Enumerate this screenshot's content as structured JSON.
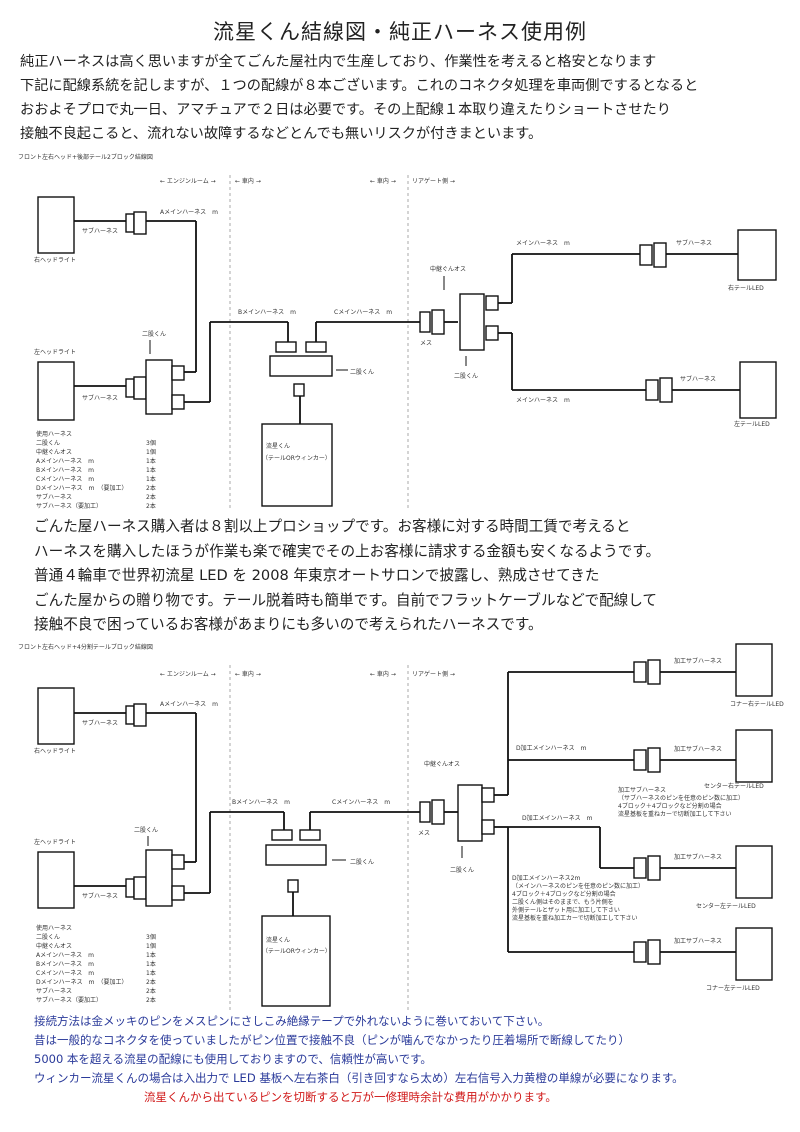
{
  "title": "流星くん結線図・純正ハーネス使用例",
  "intro": [
    "純正ハーネスは高く思いますが全てごんた屋社内で生産しており、作業性を考えると格安となります",
    "下記に配線系統を記しますが、１つの配線が８本ございます。これのコネクタ処理を車両側でするとなると",
    "おおよそプロで丸一日、アマチュアで２日は必要です。その上配線１本取り違えたりショートさせたり",
    "接触不良起こると、流れない故障するなどとんでも無いリスクが付きまといます。"
  ],
  "middle": [
    "ごんた屋ハーネス購入者は８割以上プロショップです。お客様に対する時間工賃で考えると",
    "ハーネスを購入したほうが作業も楽で確実でその上お客様に請求する金額も安くなるようです。",
    "普通４輪車で世界初流星 LED を 2008 年東京オートサロンで披露し、熟成させてきた",
    "ごんた屋からの贈り物です。テール脱着時も簡単です。自前でフラットケーブルなどで配線して",
    "接触不良で困っているお客様があまりにも多いので考えられたハーネスです。"
  ],
  "footer": [
    "接続方法は金メッキのピンをメスピンにさしこみ絶縁テープで外れないように巻いておいて下さい。",
    "昔は一般的なコネクタを使っていましたがピン位置で接触不良（ピンが噛んでなかったり圧着場所で断線してたり）",
    "5000 本を超える流星の配線にも使用しておりますので、信頼性が高いです。",
    "ウィンカー流星くんの場合は入出力で LED 基板へ左右茶白（引き回すなら太め）左右信号入力黄橙の単線が必要になります。"
  ],
  "footer_warning": "流星くんから出ているピンを切断すると万が一修理時余計な費用がかかります。",
  "diagram1": {
    "caption": "フロント左右ヘッド+後部テール2ブロック結線図",
    "zones": {
      "engine": "← エンジンルーム →",
      "cabin1": "← 車内 →",
      "cabin2": "← 車内 →",
      "trunk": "リアゲート側 →"
    },
    "right_head": "右ヘッドライト",
    "left_head": "左ヘッドライト",
    "sub1": "サブハーネス",
    "sub2": "サブハーネス",
    "a_main": "Aメインハーネス　m",
    "b_main": "Bメインハーネス　m",
    "c_main": "Cメインハーネス　m",
    "nibun_l": "二股くん",
    "nibun_c": "二股くん",
    "nibun_r": "二股くん",
    "mesu": "メス",
    "chuukei": "中継ぐんオス",
    "main_r_top": "メインハーネス　m",
    "main_r_bot": "メインハーネス　m",
    "sub_r_top": "サブハーネス",
    "sub_r_bot": "サブハーネス",
    "tail_r": "右テールLED",
    "tail_l": "左テールLED",
    "controller": [
      "流星くん",
      "（テールORウィンカー）"
    ],
    "parts": [
      [
        "使用ハーネス",
        ""
      ],
      [
        "二股くん",
        "3個"
      ],
      [
        "中継ぐんオス",
        "1個"
      ],
      [
        "Aメインハーネス　m",
        "1本"
      ],
      [
        "Bメインハーネス　m",
        "1本"
      ],
      [
        "Cメインハーネス　m",
        "1本"
      ],
      [
        "Dメインハーネス　m　（要加工）",
        "2本"
      ],
      [
        "サブハーネス",
        "2本"
      ],
      [
        "サブハーネス（要加工）",
        "2本"
      ]
    ]
  },
  "diagram2": {
    "caption": "フロント左右ヘッド+4分割テールブロック結線図",
    "zones": {
      "engine": "← エンジンルーム →",
      "cabin1": "← 車内 →",
      "cabin2": "← 車内 →",
      "trunk": "リアゲート側 →"
    },
    "right_head": "右ヘッドライト",
    "left_head": "左ヘッドライト",
    "sub1": "サブハーネス",
    "sub2": "サブハーネス",
    "a_main": "Aメインハーネス　m",
    "b_main": "Bメインハーネス　m",
    "c_main": "Cメインハーネス　m",
    "nibun_l": "二股くん",
    "nibun_c": "二股くん",
    "nibun_r": "二股くん",
    "mesu": "メス",
    "chuukei": "中継ぐんオス",
    "d_main_top": "D加工メインハーネス　m",
    "d_main_mid": "D加工メインハーネス　m",
    "kako_sub": [
      "加工サブハーネス",
      "加工サブハーネス",
      "加工サブハーネス",
      "加工サブハーネス"
    ],
    "tails": [
      "コナー右テールLED",
      "センター右テールLED",
      "センター左テールLED",
      "コナー左テールLED"
    ],
    "note1": [
      "加工サブハーネス",
      "（サブハーネスのピンを任意のピン数に加工）",
      "4ブロック＋4ブロックなど分割の場合",
      "流星基板を重ねカーで切断加工して下さい"
    ],
    "note2": [
      "D加工メインハーネス2m",
      "（メインハーネスのピンを任意のピン数に加工）",
      "4ブロック＋4ブロックなど分割の場合",
      "二股くん側はそのままで、もう片側を",
      "外側テールとザット用に加工して下さい",
      "流星基板を重ね加工カーで切断加工して下さい"
    ],
    "controller": [
      "流星くん",
      "（テールORウィンカー）"
    ],
    "parts": [
      [
        "使用ハーネス",
        ""
      ],
      [
        "二股くん",
        "3個"
      ],
      [
        "中継ぐんオス",
        "1個"
      ],
      [
        "Aメインハーネス　m",
        "1本"
      ],
      [
        "Bメインハーネス　m",
        "1本"
      ],
      [
        "Cメインハーネス　m",
        "1本"
      ],
      [
        "Dメインハーネス　m　（要加工）",
        "2本"
      ],
      [
        "サブハーネス",
        "2本"
      ],
      [
        "サブハーネス（要加工）",
        "2本"
      ]
    ]
  }
}
